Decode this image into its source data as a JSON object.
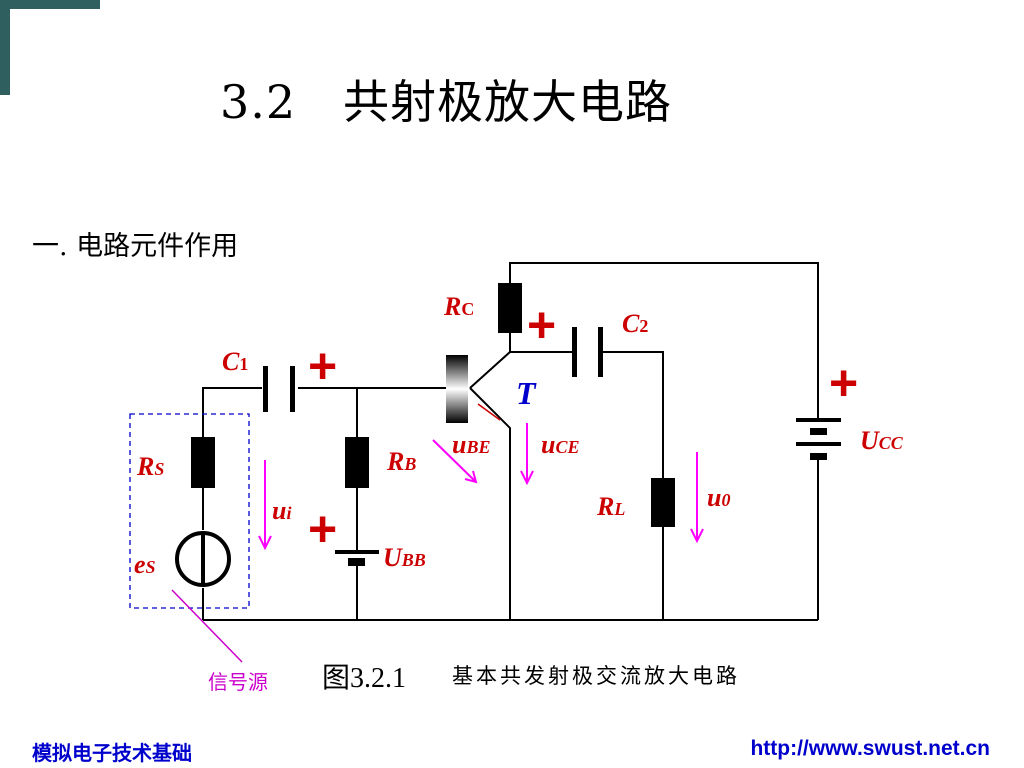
{
  "title": "3.2   共射极放大电路",
  "section_heading": "一. 电路元件作用",
  "figure": {
    "number": "图3.2.1",
    "caption": "基本共发射极交流放大电路",
    "source_label": "信号源"
  },
  "labels": {
    "rc": {
      "main": "R",
      "sub": "C"
    },
    "c2": {
      "main": "C",
      "sub": "2"
    },
    "c1": {
      "main": "C",
      "sub": "1"
    },
    "transistor": "T",
    "ucc": {
      "main": "U",
      "sub": "CC"
    },
    "ube": {
      "main": "u",
      "sub": "BE"
    },
    "uce": {
      "main": "u",
      "sub": "CE"
    },
    "rs": {
      "main": "R",
      "sub": "S"
    },
    "rb": {
      "main": "R",
      "sub": "B"
    },
    "rl": {
      "main": "R",
      "sub": "L"
    },
    "u0": {
      "main": "u",
      "sub": "0"
    },
    "ui": {
      "main": "u",
      "sub": "i"
    },
    "ubb": {
      "main": "U",
      "sub": "BB"
    },
    "es": {
      "main": "e",
      "sub": "S"
    },
    "plus": "+"
  },
  "colors": {
    "label": "#cc0000",
    "voltage": "#cc00cc",
    "arrow": "#ff00ff",
    "transistor": "#0000cc",
    "footer": "#0000cc",
    "corner": "#2f5f5f"
  },
  "footer": {
    "left": "模拟电子技术基础",
    "right": "http://www.swust.net.cn"
  }
}
